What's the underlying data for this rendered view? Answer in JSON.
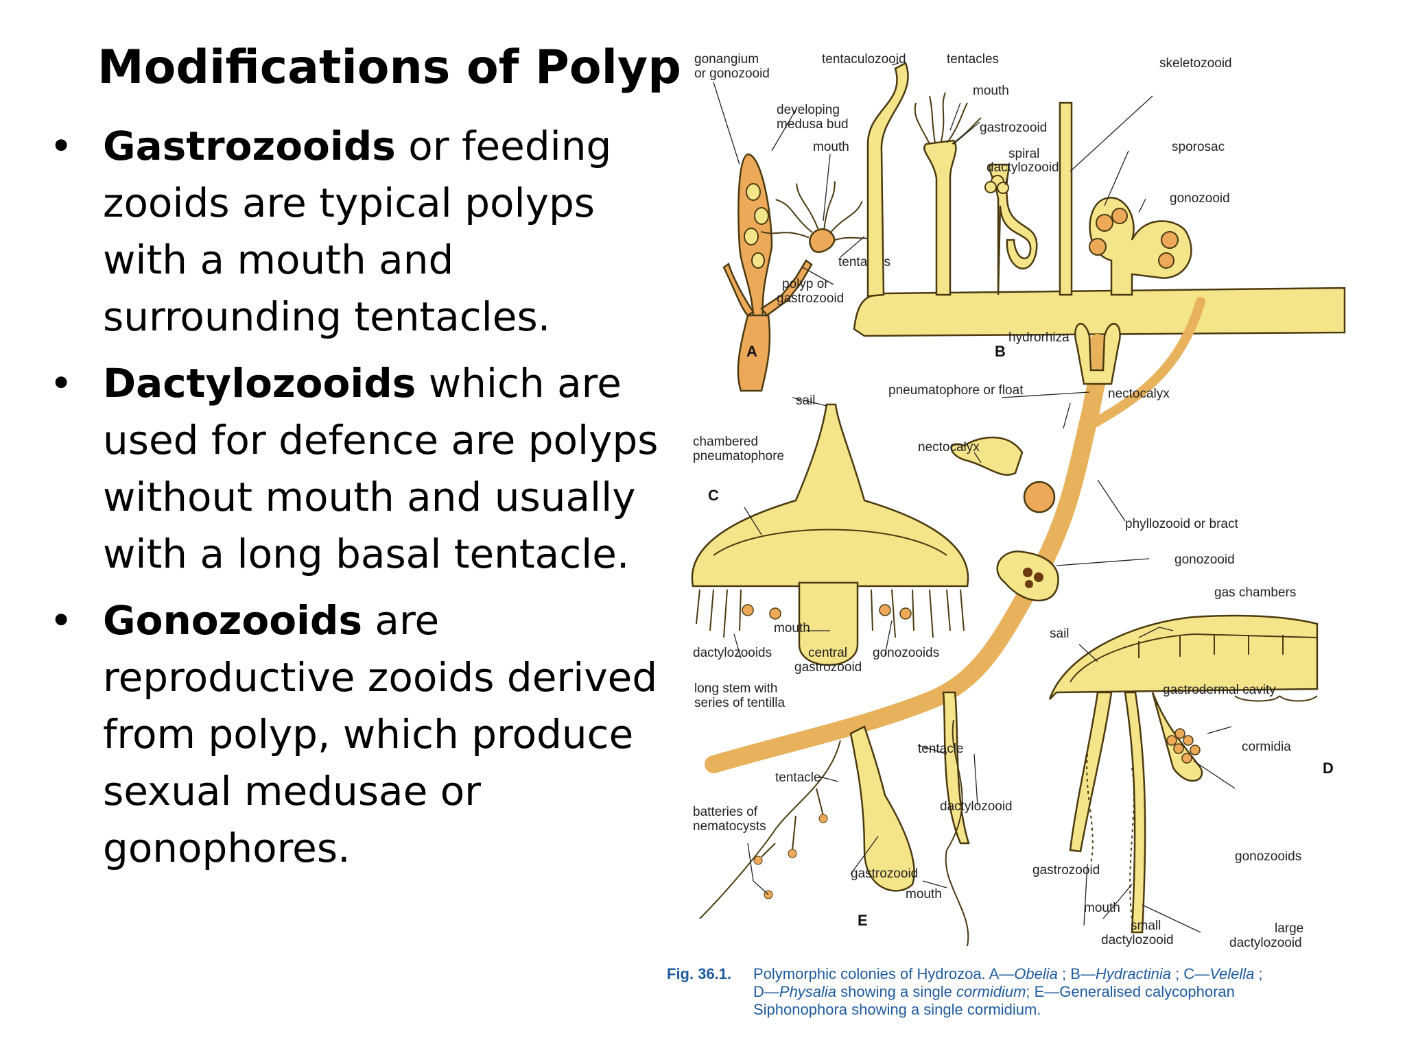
{
  "slide": {
    "title": "Modifications of Polyp",
    "bullet_symbol": "•",
    "bullets": [
      {
        "term": "Gastrozooids",
        "text": " or feeding zooids are typical polyps with a mouth and surrounding tentacles."
      },
      {
        "term": "Dactylozooids",
        "text": " which are used for defence are polyps without mouth and usually with a long basal tentacle."
      },
      {
        "term": "Gonozooids",
        "text": " are reproductive zooids derived from polyp, which produce sexual medusae or gonophores."
      }
    ]
  },
  "figure": {
    "sections": {
      "A": "A",
      "B": "B",
      "C": "C",
      "D": "D",
      "E": "E"
    },
    "labels": {
      "gonangium": "gonangium",
      "or_gonozooid": "or gonozooid",
      "developing": "developing",
      "medusa_bud": "medusa bud",
      "mouth_a": "mouth",
      "tentacles_a": "tentacles",
      "polyp_or": "polyp or",
      "gastrozooid_a": "gastrozooid",
      "tentaculozooid": "tentaculozooid",
      "tentacles_b": "tentacles",
      "mouth_b": "mouth",
      "gastrozooid_b": "gastrozooid",
      "spiral": "spiral",
      "dactylozooid_b": "dactylozooid",
      "skeletozooid": "skeletozooid",
      "sporosac": "sporosac",
      "gonozooid_b": "gonozooid",
      "hydrorhiza": "hydrorhiza",
      "sail_c": "sail",
      "chambered": "chambered",
      "pneumatophore": "pneumatophore",
      "mouth_c": "mouth",
      "dactylozooids_c": "dactylozooids",
      "central": "central",
      "gastrozooid_c": "gastrozooid",
      "gonozooids_c": "gonozooids",
      "pneumatophore_float": "pneumatophore or float",
      "nectocalyx_1": "nectocalyx",
      "nectocalyx_2": "nectocalyx",
      "phyllozooid": "phyllozooid or bract",
      "gonozooid_e": "gonozooid",
      "gas_chambers": "gas chambers",
      "sail_d": "sail",
      "gastrodermal_cavity": "gastrodermal cavity",
      "cormidia": "cormidia",
      "long_stem_with": "long stem with",
      "series_tentilla": "series of tentilla",
      "tentacle_e1": "tentacle",
      "tentacle_e2": "tentacle",
      "batteries_of": "batteries of",
      "nematocysts": "nematocysts",
      "gastrozooid_e1": "gastrozooid",
      "mouth_e": "mouth",
      "dactylozooid_e": "dactylozooid",
      "gastrozooid_e2": "gastrozooid",
      "mouth_d": "mouth",
      "small": "small",
      "dactylozooid_small": "dactylozooid",
      "gonozooids_d": "gonozooids",
      "large": "large",
      "dactylozooid_large": "dactylozooid"
    },
    "caption": {
      "fig_no": "Fig. 36.1.",
      "line1_a": "Polymorphic colonies of Hydrozoa. A—",
      "line1_b": "Obelia",
      "line1_c": " ; B—",
      "line1_d": "Hydractinia",
      "line1_e": " ; C—",
      "line1_f": "Velella",
      "line1_g": " ;",
      "line2_a": "D—",
      "line2_b": "Physalia",
      "line2_c": " showing a single ",
      "line2_d": "cormidium",
      "line2_e": "; E—Generalised calycophoran",
      "line3": "Siphonophora showing a single cormidium."
    }
  }
}
